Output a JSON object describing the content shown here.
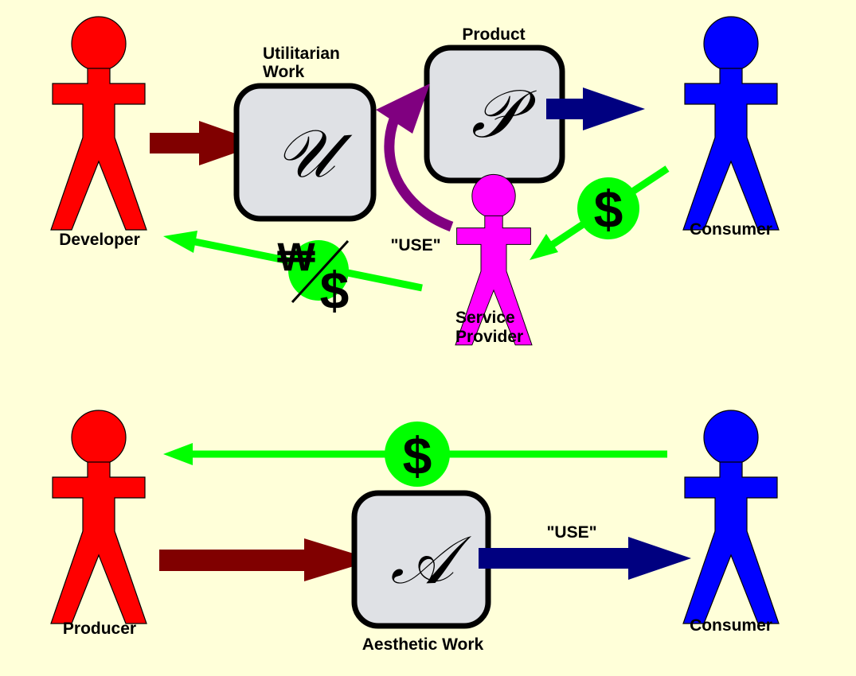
{
  "colors": {
    "background": "#ffffd9",
    "developer": "#ff0000",
    "consumer": "#0000ff",
    "service_provider": "#ff00ff",
    "work_box": "#dfe1e5",
    "production_arrow": "#800000",
    "use_arrow": "#000080",
    "money": "#00ff00",
    "use_curve": "#800080"
  },
  "top": {
    "developer_label": "Developer",
    "consumer_label": "Consumer",
    "service_provider_label_1": "Service",
    "service_provider_label_2": "Provider",
    "utilitarian_label_1": "Utilitarian",
    "utilitarian_label_2": "Work",
    "product_label": "Product",
    "work_symbol": "𝒰",
    "product_symbol": "𝒫",
    "use_label": "\"USE\"",
    "dollar": "$",
    "won": "₩"
  },
  "bottom": {
    "producer_label": "Producer",
    "consumer_label": "Consumer",
    "aesthetic_label": "Aesthetic Work",
    "work_symbol": "𝒜",
    "use_label": "\"USE\"",
    "dollar": "$"
  }
}
